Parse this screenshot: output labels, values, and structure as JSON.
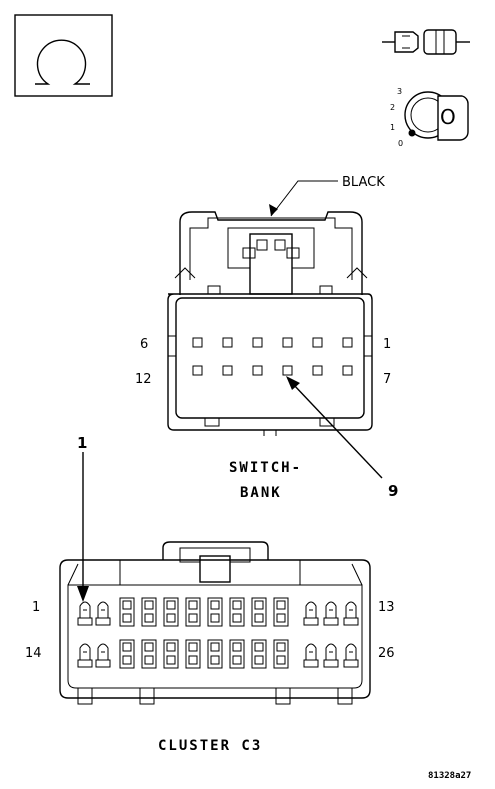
{
  "switch_connector": {
    "wire_color": "BLACK",
    "name_line1": "SWITCH-",
    "name_line2": "BANK",
    "pin_labels": {
      "top_left": "6",
      "top_right": "1",
      "bottom_left": "12",
      "bottom_right": "7"
    },
    "callout": "9"
  },
  "cluster_connector": {
    "name": "CLUSTER C3",
    "pin_labels": {
      "top_left": "1",
      "top_right": "13",
      "bottom_left": "14",
      "bottom_right": "26"
    },
    "callout": "1"
  },
  "ignition_positions": [
    "3",
    "2",
    "1",
    "0"
  ],
  "ignition_key_letter": "O",
  "figure_id": "81328a27",
  "icons": {
    "omega_box": "omega-connector-icon",
    "inline_connector": "inline-connector-icon",
    "ignition": "ignition-switch-icon"
  }
}
